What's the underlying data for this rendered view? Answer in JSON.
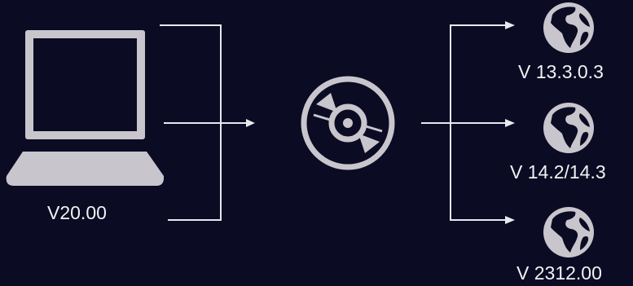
{
  "laptop": {
    "icon": "laptop-icon",
    "version": "V20.00"
  },
  "center": {
    "icon": "disc-icon"
  },
  "targets": [
    {
      "icon": "globe-icon",
      "version": "V 13.3.0.3"
    },
    {
      "icon": "globe-icon",
      "version": "V 14.2/14.3"
    },
    {
      "icon": "globe-icon",
      "version": "V 2312.00"
    }
  ],
  "colors": {
    "background": "#0b0b24",
    "icon": "#c8c6cc",
    "line": "#e8e8ee",
    "text": "#f2f2f2"
  }
}
